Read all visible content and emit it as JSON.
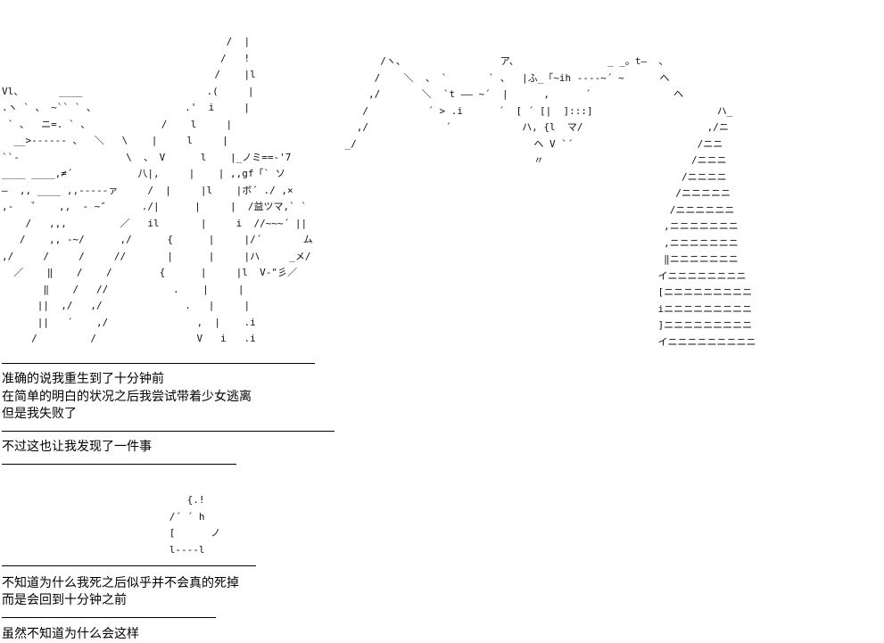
{
  "ascii_art": {
    "left": "                                      /  |\n                                     /   !\n                                    /    |l\nVl、      ____                     .(     |\n.ヽ ` 、 ~`` ` 、               .'  i     |\n ` 、  ニ=. ` 、            /    l     |\n  __>------ 、  ＼   \\    |     l     |\n``-                  \\  、 V      l    |_ノミ==-'7\n____ ____,≠´           八|,     |    | ,,gf「` ソ\n—  ,, ____ ,,-----ァ     /  |     |l    |ボ´ ./ ,×\n,-   ゛   ,,  - ~″      ./|      |     |  /益ツマ,` `\n    /   ,,,         ／   il       |     i  //~~~´ ||\n   /    ,, -~/      ,/      {      |     |/´       ム\n,/     /     /     //       |      |     |ハ     _メ/\n  ／    ‖    /    /        {      |     |l  V-\"彡／\n       ‖    /   //           .    |     |\n      ||  ,/   ,/              .   |     |\n      ||   ´    ,/               ,  |    .i\n     /         /                 V   i   .i",
    "right": "          /ヽ、                ア、               _ _。t―  、\n         /    ＼  、 `       ` 、  |ふ_「~ih ----~´ ~      ヘ\n        ,/       ＼  `t ―― ~´  |      ,      ´              ヘ\n       /          ´ > .i      ´  [ ´ [|  ]:::]                     ハ_\n      ,/             ´            ハ, {l  マ/                     ,/ニ\n    _/                              ヘ V `´                     /ニニ\n                                    〃                         /ニニニ\n                                                             /ニニニニ\n                                                            /ニニニニニ\n                                                           /ニニニニニニ\n                                                          ,ニニニニニニニ\n                                                          ,ニニニニニニニ\n                                                          ‖ニニニニニニニ\n                                                         イニニニニニニニニ\n                                                         [ニニニニニニニニニ\n                                                         iニニニニニニニニニ\n                                                         ]ニニニニニニニニニ\n                                                         イニニニニニニニニニ",
    "small": "         {.!\n      /´ ´ h\n      [      ノ\n      l----l"
  },
  "text": {
    "line1": "准确的说我重生到了十分钟前",
    "line2": "在简单的明白的状况之后我尝试带着少女逃离",
    "line3": "但是我失败了",
    "line4": "不过这也让我发现了一件事",
    "line5": "不知道为什么我死之后似乎并不会真的死掉",
    "line6": "而是会回到十分钟之前",
    "line7": "虽然不知道为什么会这样"
  }
}
